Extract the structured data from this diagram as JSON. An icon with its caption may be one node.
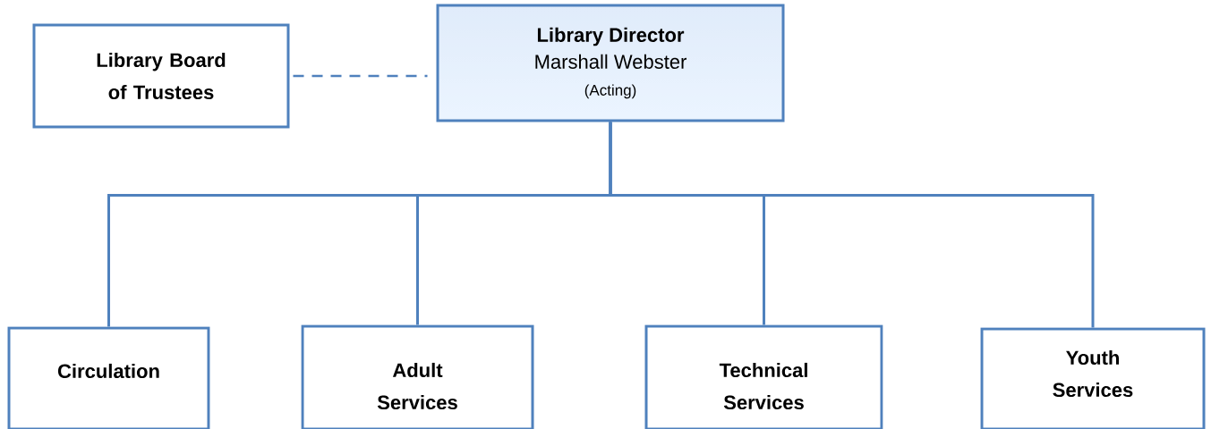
{
  "diagram": {
    "nodes": [
      {
        "text": [
          "Library Board of Trustees"
        ]
      },
      {
        "text": [
          "Library Director",
          "Marshall Webster",
          "(Acting)"
        ]
      },
      {
        "text": [
          "Circulation"
        ]
      },
      {
        "text": [
          "Adult Services"
        ]
      },
      {
        "text": [
          "Technical Services"
        ]
      },
      {
        "text": [
          "Youth Services"
        ]
      }
    ],
    "edges": [
      {
        "from": 0,
        "to": 1,
        "arrow": "none",
        "style": "dashed"
      },
      {
        "from": 1,
        "to": 2,
        "arrow": "none"
      },
      {
        "from": 1,
        "to": 3,
        "arrow": "none"
      },
      {
        "from": 1,
        "to": 4,
        "arrow": "none"
      },
      {
        "from": 1,
        "to": 5,
        "arrow": "none"
      }
    ]
  }
}
